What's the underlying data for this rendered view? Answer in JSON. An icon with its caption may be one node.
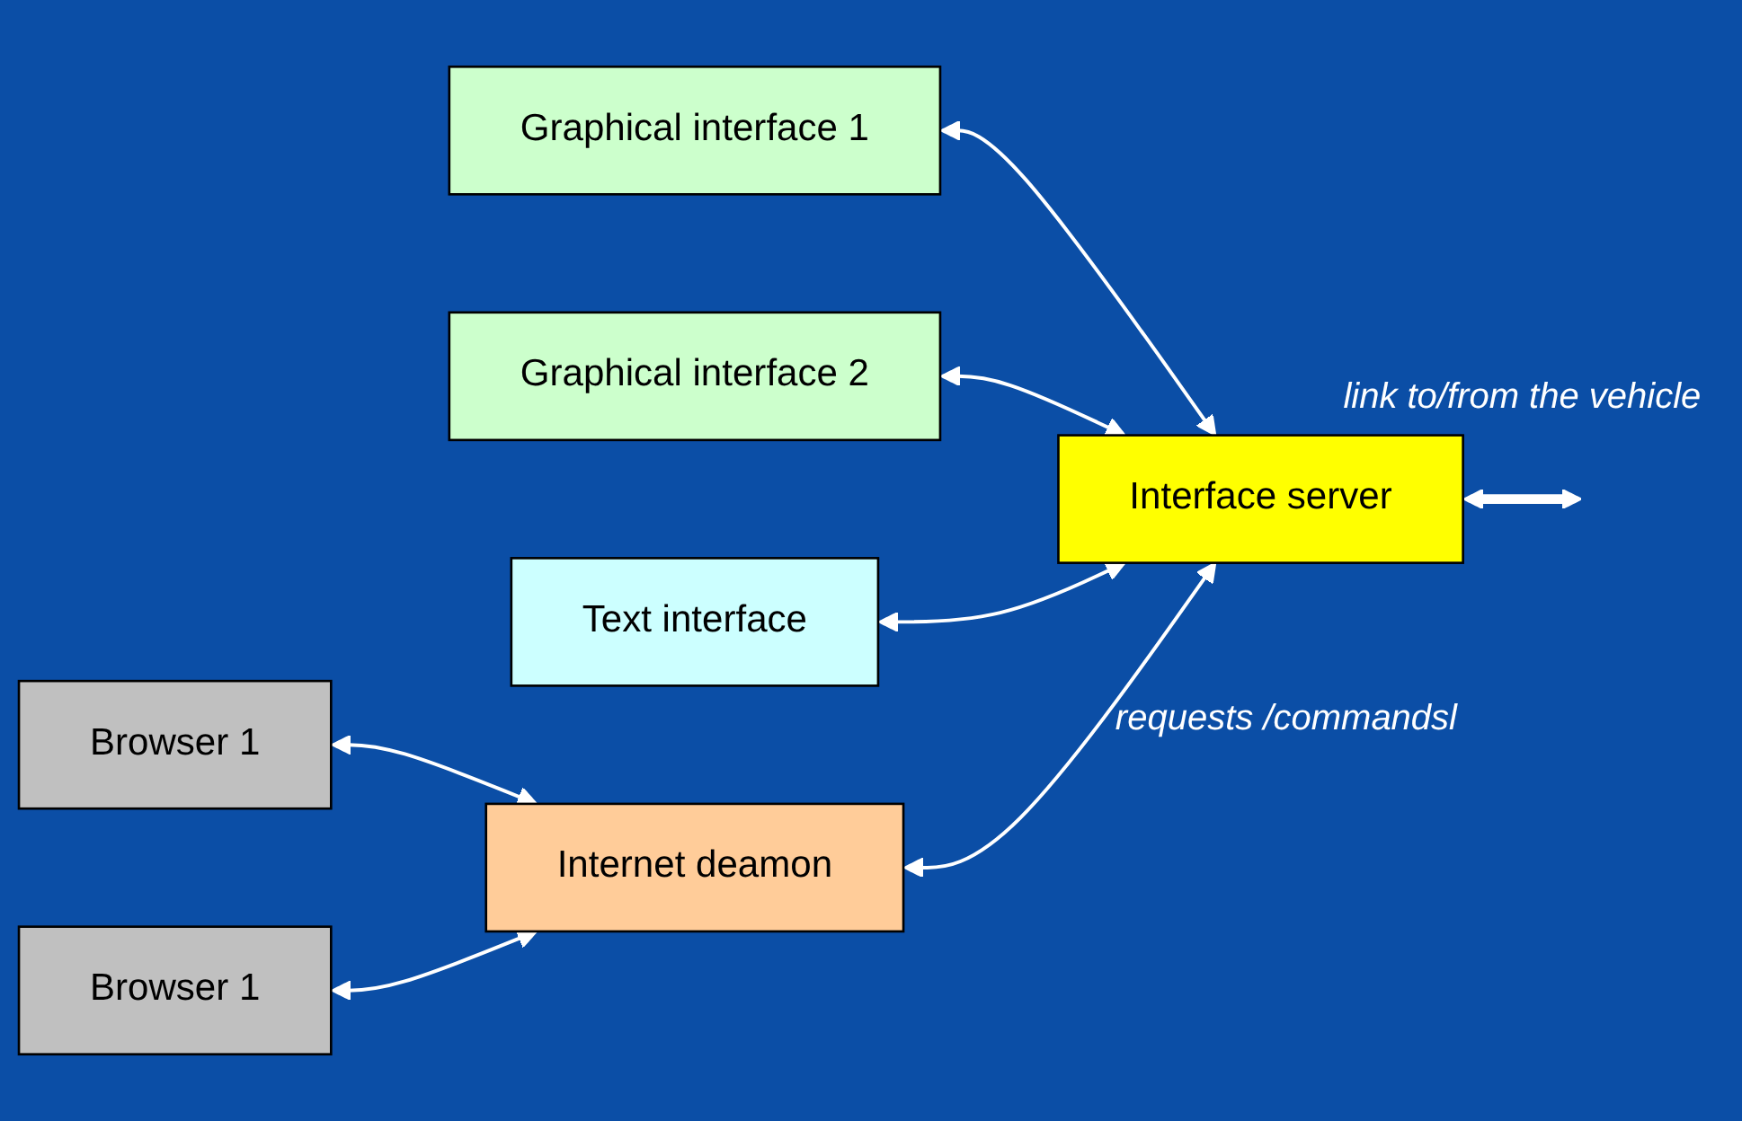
{
  "diagram": {
    "nodes": [
      {
        "text": [
          "Graphical interface 1"
        ]
      },
      {
        "text": [
          "Graphical interface 2"
        ]
      },
      {
        "text": [
          "Text interface"
        ]
      },
      {
        "text": [
          "Interface server"
        ]
      },
      {
        "text": [
          "Internet deamon"
        ]
      },
      {
        "text": [
          "Browser 1"
        ]
      },
      {
        "text": [
          "Browser 1"
        ]
      }
    ],
    "edges": [
      {
        "from": 0,
        "to": 3,
        "arrow": "both"
      },
      {
        "from": 1,
        "to": 3,
        "arrow": "both"
      },
      {
        "from": 2,
        "to": 3,
        "arrow": "both"
      },
      {
        "from": 4,
        "to": 3,
        "arrow": "both"
      },
      {
        "from": 3,
        "to": null,
        "arrow": "both",
        "style": "thick"
      },
      {
        "from": 5,
        "to": 4,
        "arrow": "both"
      },
      {
        "from": 6,
        "to": 4,
        "arrow": "both"
      }
    ],
    "labels": [
      "link to/from the vehicle",
      "requests /commandsl"
    ]
  }
}
